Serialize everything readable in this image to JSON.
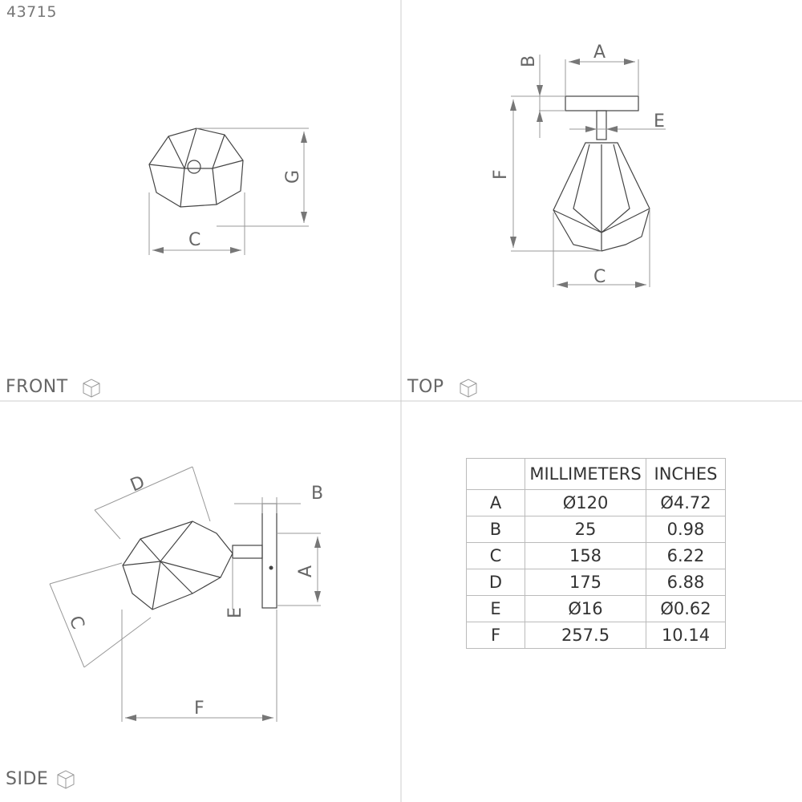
{
  "product_code": "43715",
  "views": {
    "front": "FRONT",
    "top": "TOP",
    "side": "SIDE"
  },
  "dimension_labels": {
    "A": "A",
    "B": "B",
    "C": "C",
    "D": "D",
    "E": "E",
    "F": "F",
    "G": "G"
  },
  "table": {
    "headers": [
      "",
      "MILLIMETERS",
      "INCHES"
    ],
    "rows": [
      {
        "key": "A",
        "mm": "Ø120",
        "in": "Ø4.72"
      },
      {
        "key": "B",
        "mm": "25",
        "in": "0.98"
      },
      {
        "key": "C",
        "mm": "158",
        "in": "6.22"
      },
      {
        "key": "D",
        "mm": "175",
        "in": "6.88"
      },
      {
        "key": "E",
        "mm": "Ø16",
        "in": "Ø0.62"
      },
      {
        "key": "F",
        "mm": "257.5",
        "in": "10.14"
      }
    ]
  }
}
